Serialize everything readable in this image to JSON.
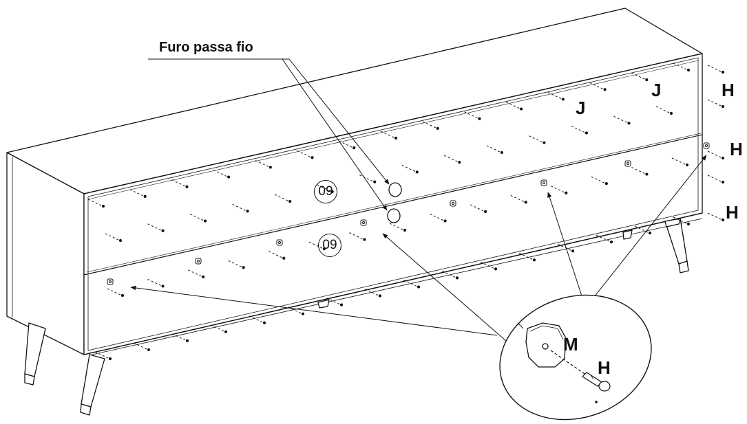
{
  "diagram": {
    "callout_title": "Furo passa fio",
    "panel_number": "09",
    "labels": {
      "J": "J",
      "H": "H",
      "M": "M"
    }
  }
}
